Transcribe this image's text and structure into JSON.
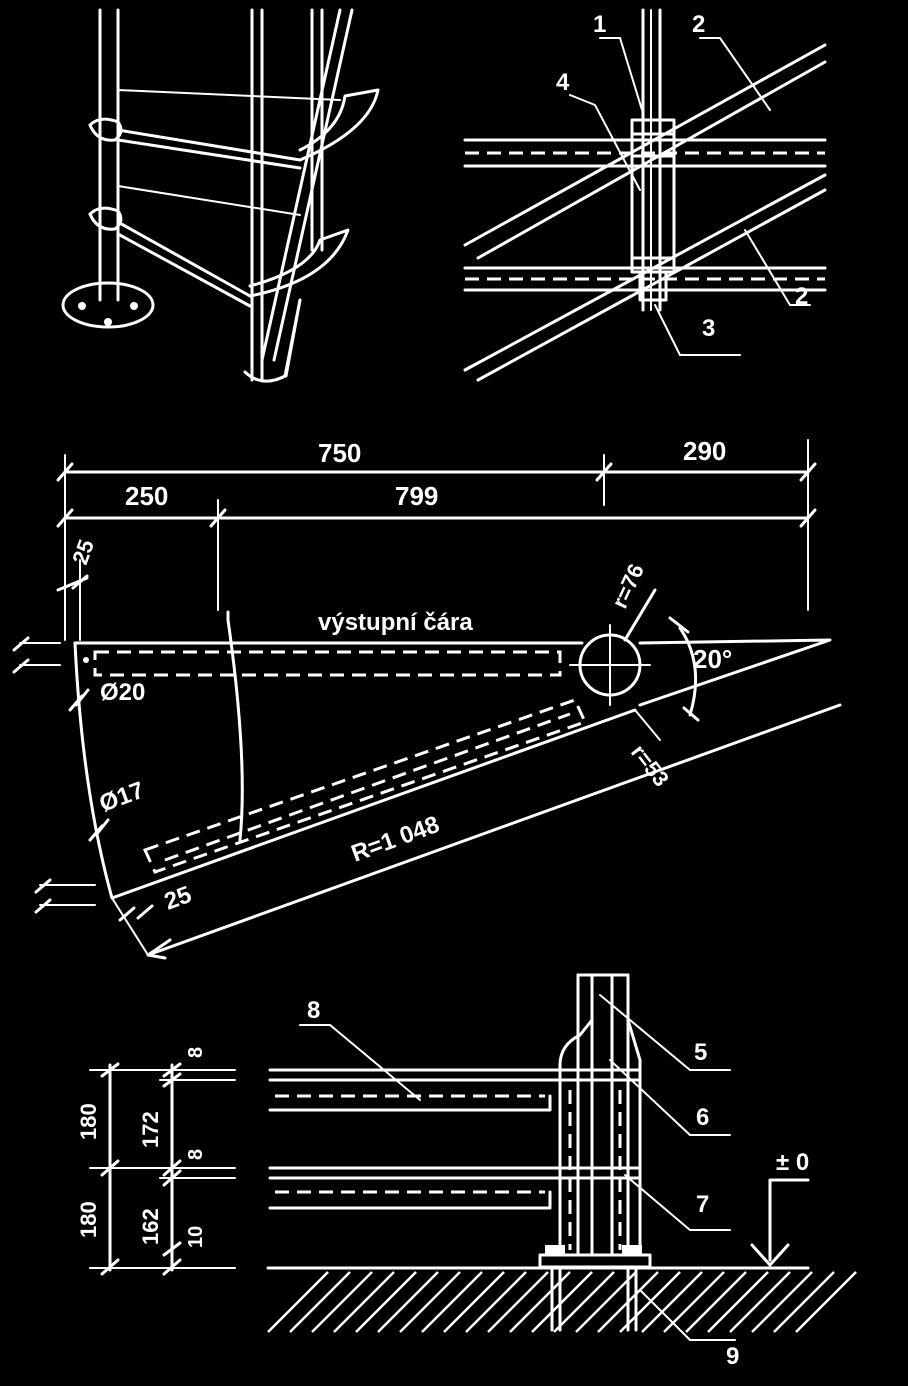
{
  "detail_numbers": {
    "n1": "1",
    "n2_upper": "2",
    "n2_lower": "2",
    "n3": "3",
    "n4": "4",
    "n5": "5",
    "n6": "6",
    "n7": "7",
    "n8": "8",
    "n9": "9"
  },
  "plan": {
    "dim_total": "750",
    "dim_right": "290",
    "dim_left": "250",
    "dim_mid": "799",
    "dim_offset_top": "25",
    "dim_offset_bottom": "25",
    "label_walking_line": "výstupní čára",
    "radius_small": "r=76",
    "radius_inner": "r=53",
    "radius_large": "R=1 048",
    "angle": "20°",
    "hole_d20": "Ø20",
    "hole_d17": "Ø17"
  },
  "section": {
    "h_upper": "180",
    "h_lower": "180",
    "h_172": "172",
    "h_162": "162",
    "t_8_top": "8",
    "t_8_mid": "8",
    "t_10": "10",
    "level": "± 0"
  }
}
